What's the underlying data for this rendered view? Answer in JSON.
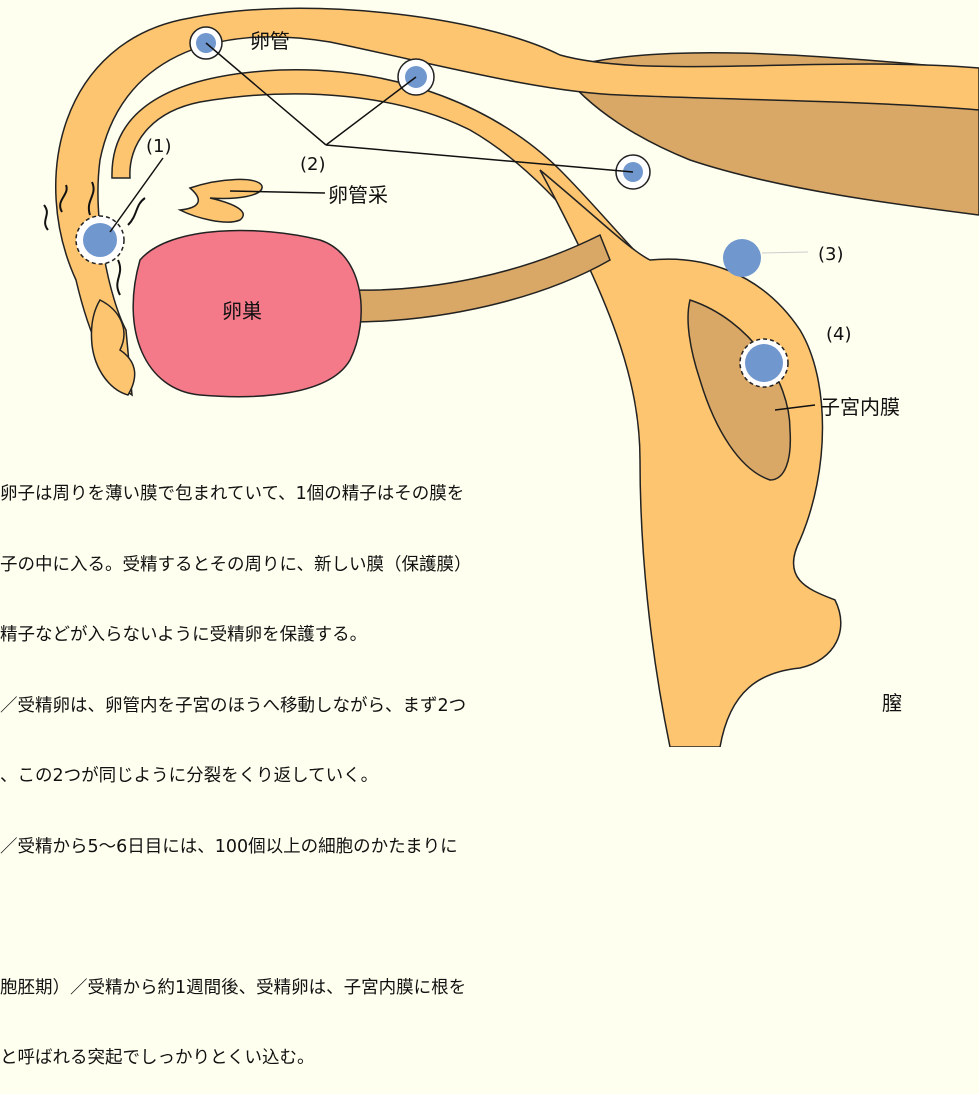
{
  "labels": {
    "oviduct": "卵管",
    "fimbriae": "卵管采",
    "ovary": "卵巣",
    "endometrium": "子宮内膜",
    "vagina": "膣",
    "step1": "(1)",
    "step2": "(2)",
    "step3": "(3)",
    "step4": "(4)"
  },
  "description": {
    "lines": [
      "卵子は周りを薄い膜で包まれていて、1個の精子はその膜を",
      "子の中に入る。受精するとその周りに、新しい膜（保護膜）",
      "精子などが入らないように受精卵を保護する。",
      "／受精卵は、卵管内を子宮のほうへ移動しながら、まず2つ",
      "、この2つが同じように分裂をくり返していく。",
      "／受精から5〜6日目には、100個以上の細胞のかたまりに",
      "",
      "胞胚期）／受精から約1週間後、受精卵は、子宮内膜に根を",
      "と呼ばれる突起でしっかりとくい込む。"
    ]
  },
  "colors": {
    "background": "#fffff0",
    "tube": "#fdc570",
    "tube_dark": "#d9a866",
    "ovary": "#f47a8a",
    "cell": "#7197cf",
    "outline": "#222222"
  }
}
